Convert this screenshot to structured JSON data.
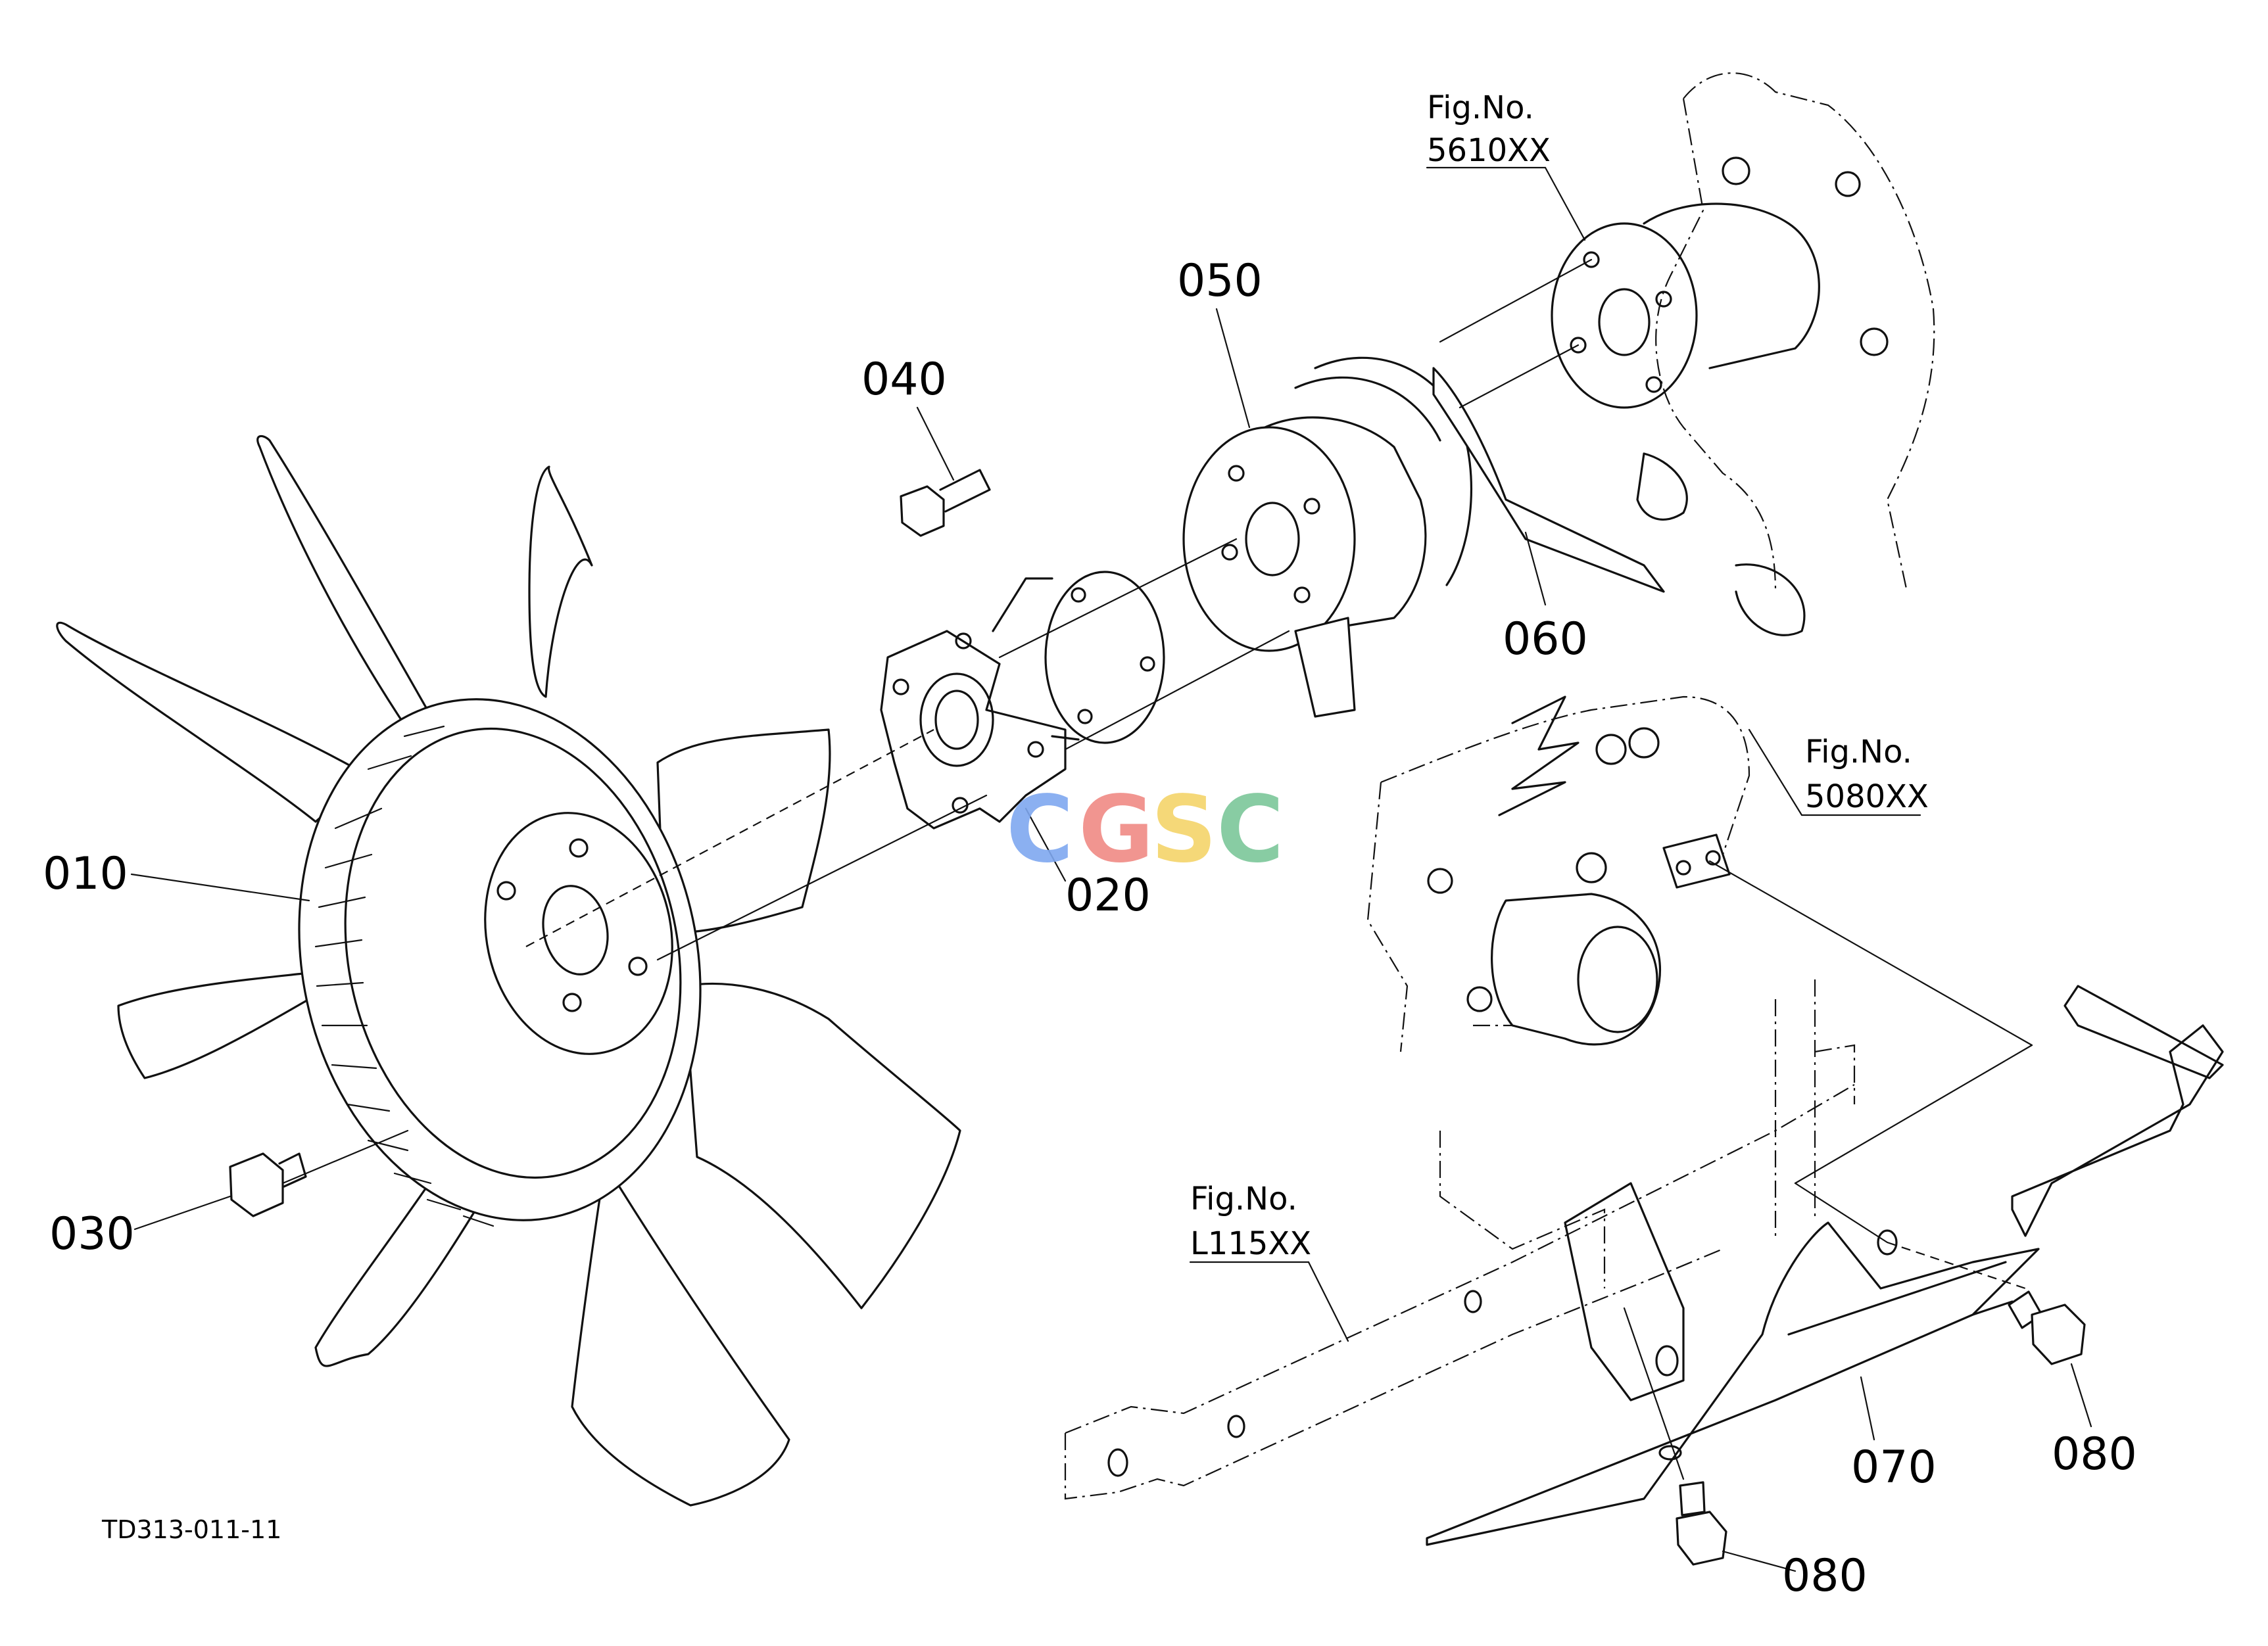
{
  "drawing_code": "TD313-011-11",
  "watermark": {
    "letters": [
      {
        "char": "C",
        "color": "#7fa8f0"
      },
      {
        "char": "G",
        "color": "#f08a84"
      },
      {
        "char": "S",
        "color": "#f5d46a"
      },
      {
        "char": "C",
        "color": "#7cc79a"
      }
    ]
  },
  "parts": [
    {
      "id": "p010",
      "label": "010"
    },
    {
      "id": "p020",
      "label": "020"
    },
    {
      "id": "p030",
      "label": "030"
    },
    {
      "id": "p040",
      "label": "040"
    },
    {
      "id": "p050",
      "label": "050"
    },
    {
      "id": "p060",
      "label": "060"
    },
    {
      "id": "p070",
      "label": "070"
    },
    {
      "id": "p080a",
      "label": "080"
    },
    {
      "id": "p080b",
      "label": "080"
    }
  ],
  "figure_refs": [
    {
      "id": "fig5610",
      "title": "Fig.No.",
      "number": "5610XX"
    },
    {
      "id": "fig5080",
      "title": "Fig.No.",
      "number": "5080XX"
    },
    {
      "id": "figL115",
      "title": "Fig.No.",
      "number": "L115XX"
    }
  ]
}
